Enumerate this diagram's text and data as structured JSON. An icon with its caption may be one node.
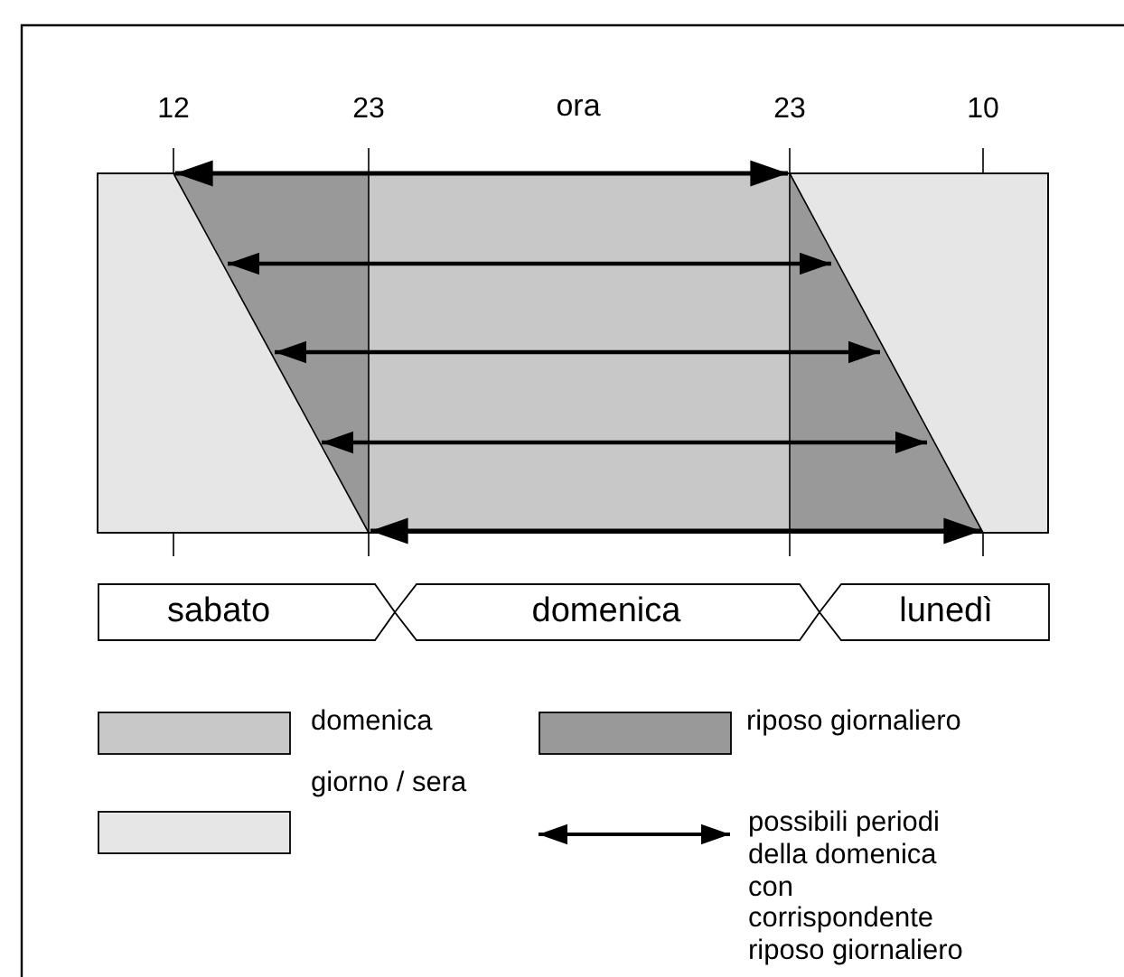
{
  "diagram": {
    "nodes": [
      {
        "text": [
          "sabato"
        ]
      },
      {
        "text": [
          "domenica"
        ]
      },
      {
        "text": [
          "lunedì"
        ]
      }
    ],
    "edges": [],
    "labels": [
      "12",
      "23",
      "ora",
      "23",
      "10"
    ],
    "legend": [
      {
        "text": "domenica",
        "color": "#c8c8c8"
      },
      {
        "text": "riposo giornaliero",
        "color": "#999999"
      },
      {
        "text": "giorno / sera",
        "color": "#e6e6e6"
      },
      {
        "text": "possibili periodi della domenica con corrispondente riposo giornaliero"
      }
    ]
  }
}
